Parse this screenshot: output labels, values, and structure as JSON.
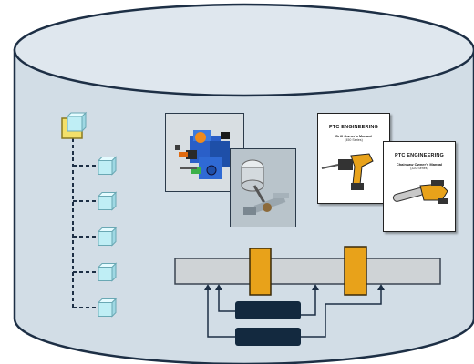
{
  "colors": {
    "cylinder_fill": "#d2dde6",
    "cylinder_stroke": "#1d2f45",
    "bus_fill": "#cfd3d6",
    "connector_fill": "#e8a21a",
    "block_fill": "#13293f",
    "cube_fill": "#bfeef5",
    "root_cube_fill": "#f3e06a",
    "tree_line": "#1d2f45"
  },
  "icons": {
    "root": "folder-cube-icon",
    "child": "cube-icon"
  },
  "manuals": [
    {
      "company": "PTC ENGINEERING",
      "title": "Drill Owner's Manual",
      "subtitle": "(450 Series)",
      "icon": "drill-icon"
    },
    {
      "company": "PTC ENGINEERING",
      "title": "Chainsaw Owner's Manual",
      "subtitle": "(320 Series)",
      "icon": "chainsaw-icon"
    }
  ],
  "tree": {
    "child_count": 5
  }
}
